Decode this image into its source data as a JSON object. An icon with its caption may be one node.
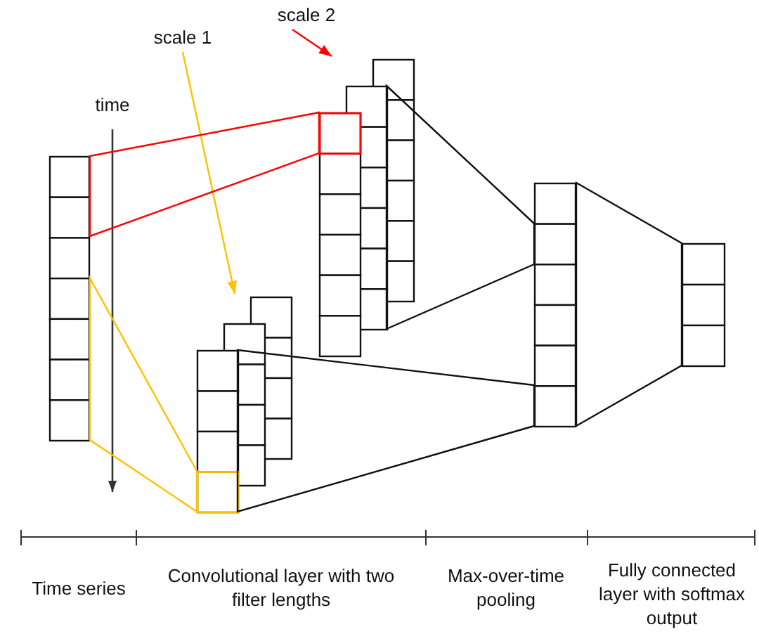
{
  "diagram": {
    "nodes": [
      {
        "text": [
          "scale 2"
        ]
      },
      {
        "text": [
          "scale 1"
        ]
      },
      {
        "text": [],
        "shape": "bar"
      },
      {
        "text": [],
        "shape": "bar"
      },
      {
        "text": [],
        "shape": "bar"
      },
      {
        "text": [],
        "shape": "bar"
      },
      {
        "text": [],
        "shape": "bar"
      }
    ],
    "edges": [
      {
        "from": 1,
        "to": 3,
        "arrow": "to",
        "color": "#ffc000"
      },
      {
        "from": 0,
        "to": 4,
        "arrow": "to",
        "color": "#ff0000"
      },
      {
        "from": 2,
        "to": 3,
        "arrow": "none",
        "color": "#ffc000"
      },
      {
        "from": 2,
        "to": 4,
        "arrow": "none",
        "color": "#ff0000"
      },
      {
        "from": 3,
        "to": 5,
        "arrow": "none"
      },
      {
        "from": 4,
        "to": 5,
        "arrow": "none"
      },
      {
        "from": 5,
        "to": 6,
        "arrow": "none"
      }
    ],
    "labels": [
      "time",
      "Time series",
      "Convolutional layer with two filter lengths",
      "Max-over-time pooling",
      "Fully connected layer with softmax output"
    ]
  }
}
